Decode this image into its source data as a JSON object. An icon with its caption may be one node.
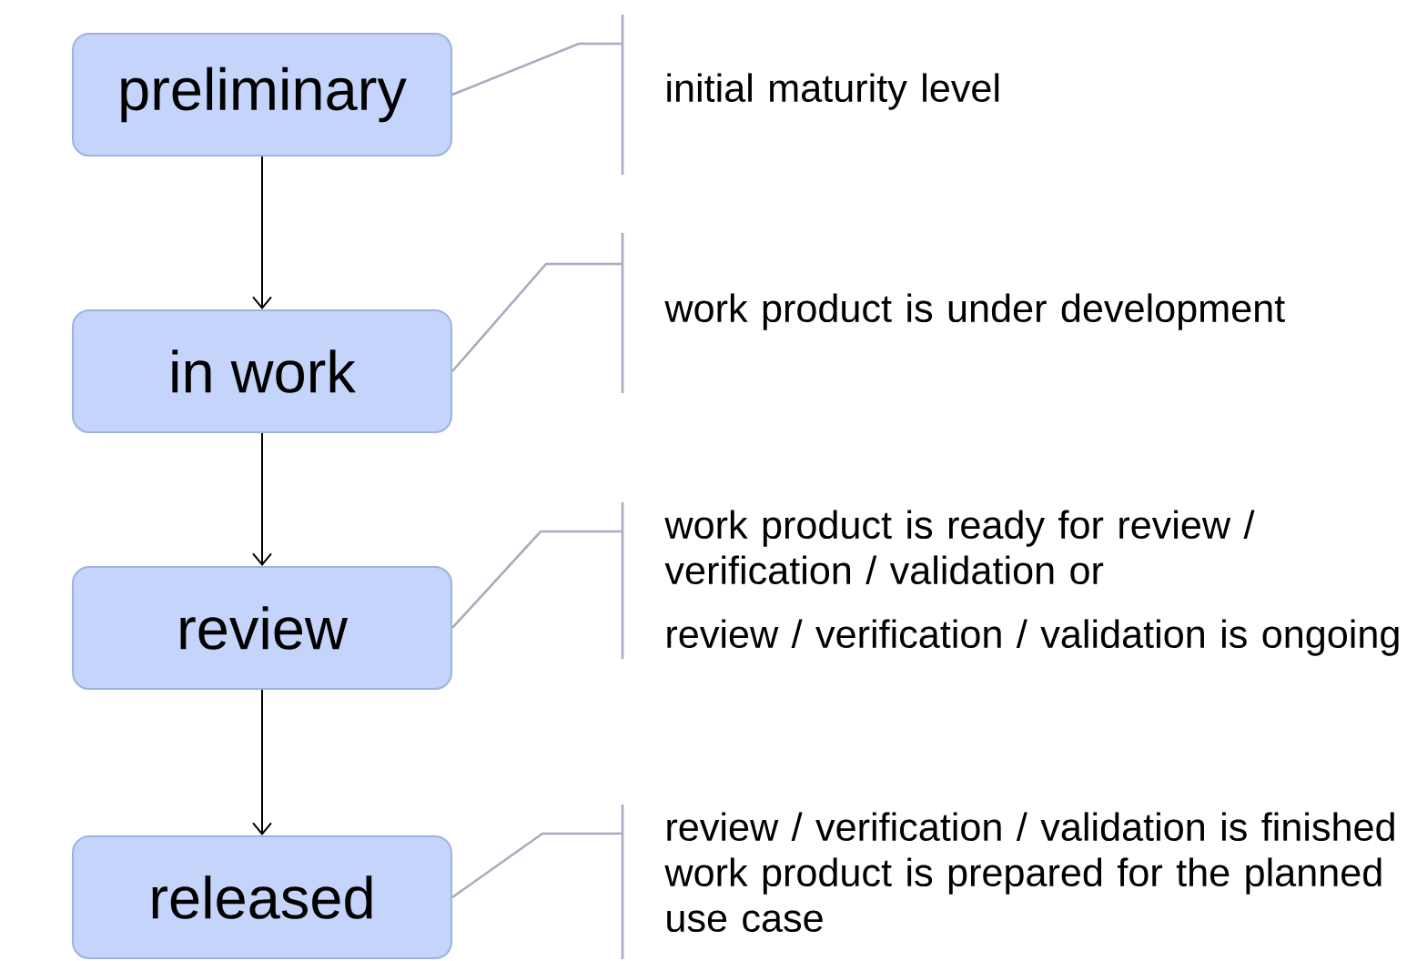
{
  "diagram": {
    "nodes": [
      {
        "text": [
          "preliminary"
        ]
      },
      {
        "text": [
          "initial maturity level"
        ]
      },
      {
        "text": [
          "in work"
        ]
      },
      {
        "text": [
          "work product is under development"
        ]
      },
      {
        "text": [
          "review"
        ]
      },
      {
        "text": [
          "work product is ready for review / verification / validation or",
          "review / verification / validation is ongoing"
        ]
      },
      {
        "text": [
          "released"
        ]
      },
      {
        "text": [
          "review / verification / validation is finished",
          "work product is prepared for the planned use case"
        ]
      }
    ],
    "edges": [
      {
        "from": 0,
        "to": 2,
        "arrow": "to",
        "color": "#000000"
      },
      {
        "from": 2,
        "to": 4,
        "arrow": "to",
        "color": "#000000"
      },
      {
        "from": 4,
        "to": 6,
        "arrow": "to",
        "color": "#000000"
      },
      {
        "from": 1,
        "to": 0,
        "arrow": "none"
      },
      {
        "from": 3,
        "to": 2,
        "arrow": "none"
      },
      {
        "from": 5,
        "to": 4,
        "arrow": "none"
      },
      {
        "from": 7,
        "to": 6,
        "arrow": "none"
      }
    ]
  }
}
